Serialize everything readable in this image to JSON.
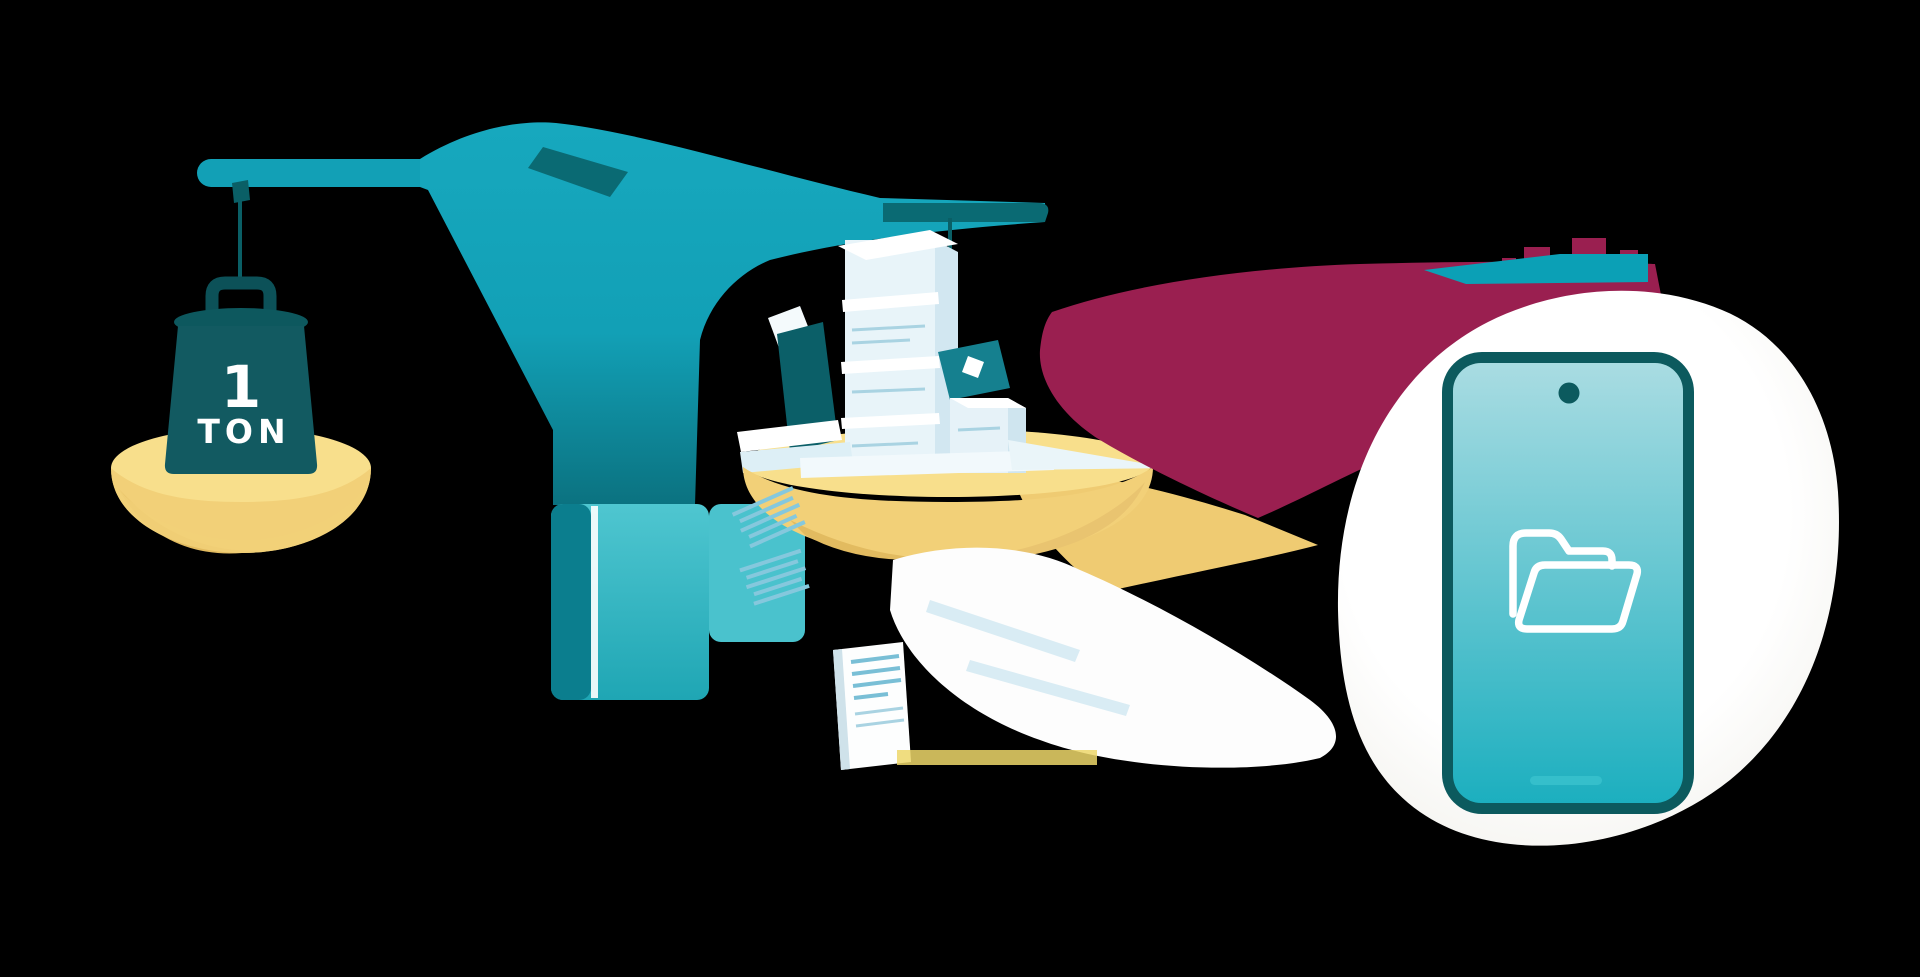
{
  "illustration": {
    "description": "balance scale weighing one ton of paper documents versus a smartphone with a digital folder",
    "scale": {
      "weight_value": "1",
      "weight_unit": "TON"
    },
    "phone": {
      "screen_icon": "open-folder-icon",
      "camera": "camera-dot",
      "home": "home-indicator"
    },
    "colors": {
      "background": "#000000",
      "teal_beam": "#12A0B6",
      "teal_beam_deep": "#0B7280",
      "teal_dark_facet": "#0A6A73",
      "teal_string": "#0A5F66",
      "base_dark_strip": "#0B7E8E",
      "base_light": "#4AC2CD",
      "weight_body": "#125A61",
      "weight_dark": "#0C5158",
      "weight_lid": "#0D585E",
      "dish_yellow": "#F8DF8C",
      "dish_yellow_deep": "#F2D078",
      "dish_shadow": "#E2BB60",
      "dish_sweep_yellow": "#EFCB72",
      "paper_white": "#FFFFFF",
      "paper_light_blue": "#E8F4F9",
      "paper_mid_blue": "#D2E7F1",
      "paper_line_blue": "#85C8DD",
      "folder_slab_teal": "#0B5F68",
      "folder_accent_teal": "#15808F",
      "crimson": "#9A1F50",
      "teal_accent_wedge": "#0BA0B6",
      "phone_frame": "#0C5A5E",
      "screen_top": "#A9DCE2",
      "screen_bottom": "#1CAFBF",
      "home_indicator": "#35BFCB",
      "blob_white": "#FFFFFF",
      "text_white": "#FFFFFF"
    }
  }
}
